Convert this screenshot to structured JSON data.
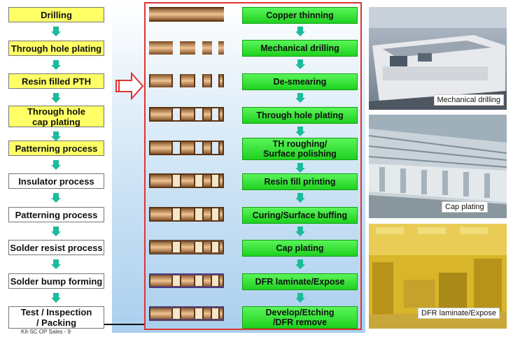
{
  "left_flow": [
    {
      "label": "Drilling",
      "yellow": true
    },
    {
      "label": "Through hole plating",
      "yellow": true
    },
    {
      "label": "Resin filled PTH",
      "yellow": true
    },
    {
      "label": "Through hole\ncap plating",
      "yellow": true
    },
    {
      "label": "Patterning process",
      "yellow": true
    },
    {
      "label": "Insulator process",
      "yellow": false
    },
    {
      "label": "Patterning process",
      "yellow": false
    },
    {
      "label": "Solder resist process",
      "yellow": false
    },
    {
      "label": "Solder bump forming",
      "yellow": false
    },
    {
      "label": "Test / Inspection\n/ Packing",
      "yellow": false
    }
  ],
  "process_steps": [
    "Copper thinning",
    "Mechanical drilling",
    "De-smearing",
    "Through hole plating",
    "TH roughing/\nSurface polishing",
    "Resin fill printing",
    "Curing/Surface buffing",
    "Cap plating",
    "DFR laminate/Expose",
    "Develop/Etching\n/DFR remove"
  ],
  "photos": [
    {
      "label": "Mechanical drilling"
    },
    {
      "label": "Cap plating"
    },
    {
      "label": "DFR laminate/Expose"
    }
  ],
  "footer": "KII-SC OP Sales - 9",
  "colors": {
    "step_highlight": "#ffff66",
    "process_green": "#22d322",
    "arrow_teal": "#1dbb9b",
    "frame_red": "#e03333",
    "copper": "#c98a55"
  }
}
